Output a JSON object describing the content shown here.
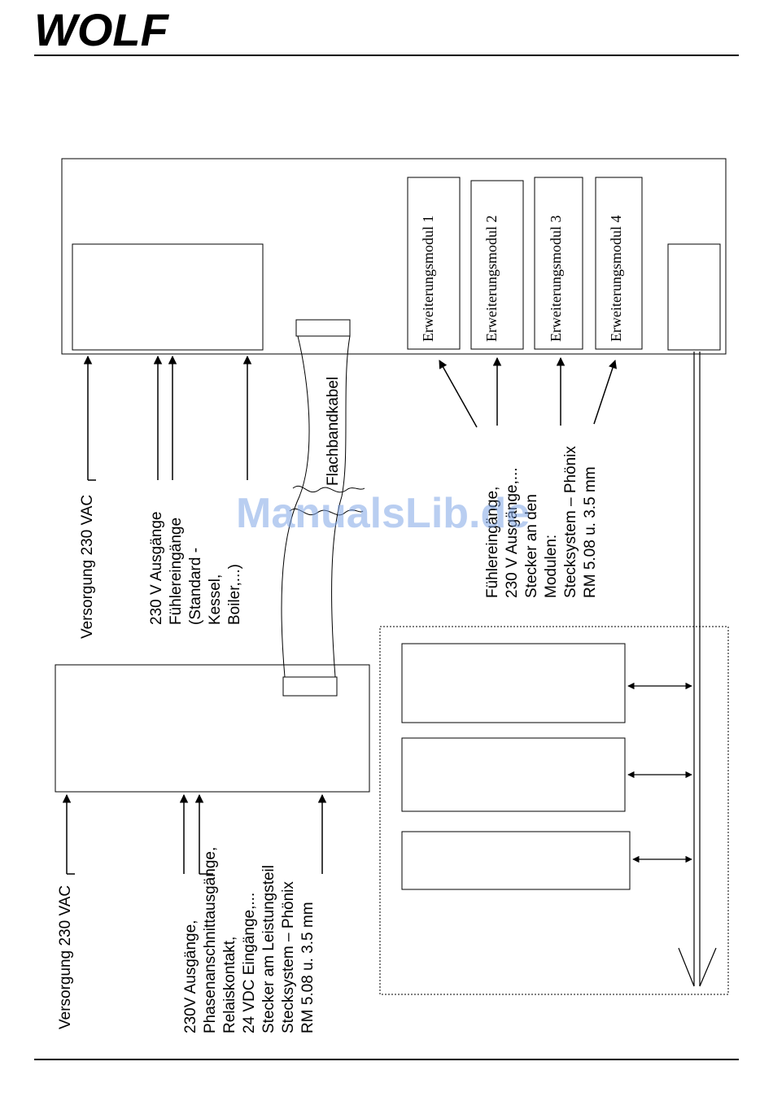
{
  "header": {
    "logo_text": "WOLF"
  },
  "watermark": "ManualsLib.de",
  "labels": {
    "cable": "Flachbandkabel",
    "supply_top": "Versorgung 230 VAC",
    "supply_bottom": "Versorgung 230 VAC",
    "outputs_top": [
      "230 V Ausgänge",
      "Fühlereingänge",
      "(Standard -",
      "Kessel,",
      "Boiler,...)"
    ],
    "modules_note": [
      "Fühlereingänge,",
      "230 V Ausgänge,...",
      "Stecker an den",
      "Modulen:",
      "Stecksystem – Phönix",
      "RM 5.08 u. 3.5 mm"
    ],
    "outputs_bottom": [
      "230V Ausgänge,",
      "Phasenanschnittausgänge,",
      "Relaiskontakt,",
      "24 VDC Eingänge,...",
      "Stecker am Leistungsteil",
      "Stecksystem – Phönix",
      "RM 5.08 u. 3.5 mm"
    ]
  },
  "modules": [
    "Erweiterungsmodul  1",
    "Erweiterungsmodul 2",
    "Erweiterungsmodul 3",
    "Erweiterungsmodul 4"
  ],
  "colors": {
    "line": "#000000",
    "watermark": "#7fa6e6"
  }
}
